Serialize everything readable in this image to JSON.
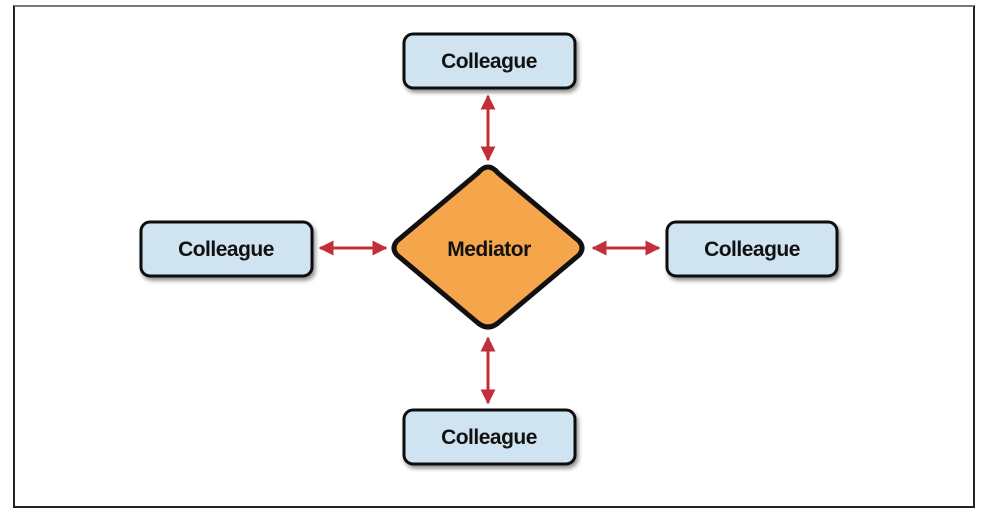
{
  "diagram": {
    "title": "Mediator pattern",
    "mediator": {
      "label": "Mediator",
      "fill": "#F5A54A",
      "stroke": "#111111"
    },
    "colleagues": [
      {
        "id": "top",
        "label": "Colleague"
      },
      {
        "id": "left",
        "label": "Colleague"
      },
      {
        "id": "right",
        "label": "Colleague"
      },
      {
        "id": "bottom",
        "label": "Colleague"
      }
    ],
    "colleague_style": {
      "fill": "#CFE3F0",
      "stroke": "#111111"
    },
    "connections": [
      {
        "from": "mediator",
        "to": "top",
        "direction": "bidirectional"
      },
      {
        "from": "mediator",
        "to": "left",
        "direction": "bidirectional"
      },
      {
        "from": "mediator",
        "to": "right",
        "direction": "bidirectional"
      },
      {
        "from": "mediator",
        "to": "bottom",
        "direction": "bidirectional"
      }
    ],
    "arrow_color": "#C0303A"
  }
}
